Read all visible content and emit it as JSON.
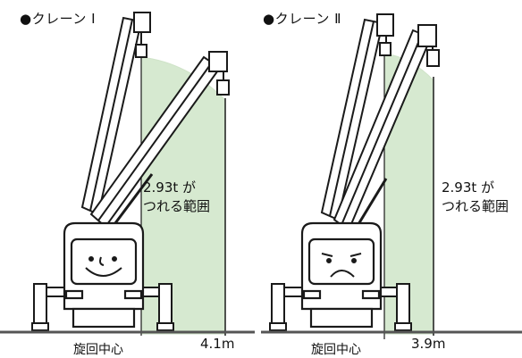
{
  "panels": [
    {
      "title": "●クレーン Ⅰ",
      "capacity_line1": "2.93t が",
      "capacity_line2": "つれる範囲",
      "radius_label": "4.1m",
      "center_label": "旋回中心",
      "operator_face": "smiling"
    },
    {
      "title": "●クレーン Ⅱ",
      "capacity_line1": "2.93t が",
      "capacity_line2": "つれる範囲",
      "radius_label": "3.9m",
      "center_label": "旋回中心",
      "operator_face": "frowning"
    }
  ],
  "colors": {
    "range_fill": "#d6e9d0",
    "line": "#1a1a1a",
    "ground": "#555555"
  }
}
